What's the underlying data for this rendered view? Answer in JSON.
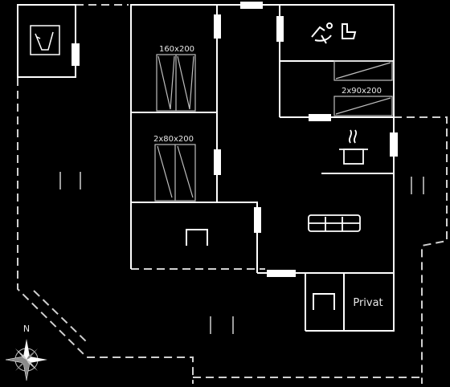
{
  "rooms": {
    "bedroom_top_label": "160x200",
    "bedroom_mid_label": "2x80x200",
    "bedroom_right_label": "2x90x200",
    "private_label": "Privat"
  },
  "compass": {
    "north_label": "N"
  },
  "colors": {
    "background": "#000000",
    "wall": "#ffffff",
    "thin_line": "#bfbfbf",
    "dashed_line": "#d0d0d0",
    "door": "#ffffff"
  },
  "icons": [
    "bathroom-fixtures-icon",
    "cooking-pot-icon",
    "sofa-icon",
    "compass-rose-icon",
    "wood-stove-icon",
    "bed-icon"
  ]
}
